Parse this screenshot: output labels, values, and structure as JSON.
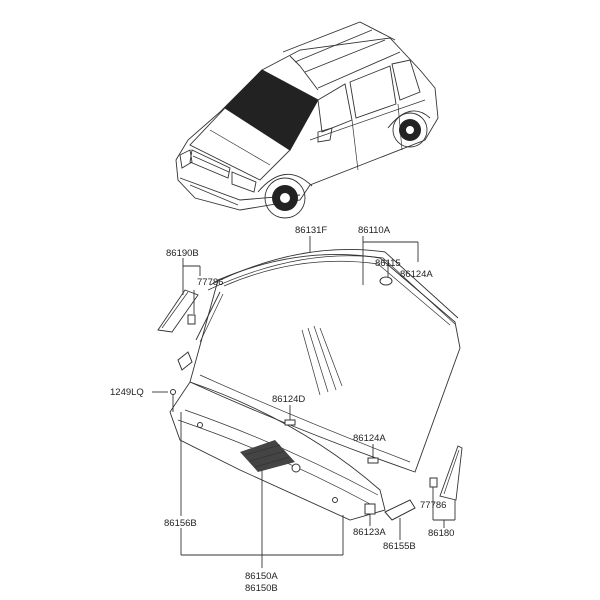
{
  "labels": {
    "p86131F": "86131F",
    "p86110A": "86110A",
    "p86190B": "86190B",
    "p86115": "86115",
    "p86124A_top": "86124A",
    "p77786_left": "77786",
    "p1249LQ": "1249LQ",
    "p86124D": "86124D",
    "p86124A_lower": "86124A",
    "p77786_right": "77786",
    "p86156B": "86156B",
    "p86123A": "86123A",
    "p86155B": "86155B",
    "p86180": "86180",
    "p86150A": "86150A",
    "p86150B": "86150B"
  }
}
